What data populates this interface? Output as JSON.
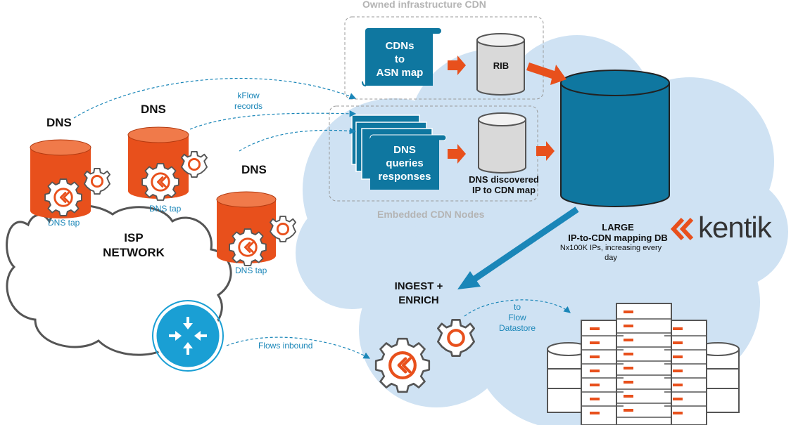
{
  "labels": {
    "owned_cdn": "Owned infrastructure CDN",
    "embedded_cdn": "Embedded CDN Nodes",
    "cdn_map_doc": "CDNs\nto\nASN map",
    "rib": "RIB",
    "dns_doc": "DNS\nqueries\nresponses",
    "dns_discovered": "DNS discovered\nIP to CDN map",
    "large_db_title": "LARGE\nIP-to-CDN mapping DB",
    "large_db_sub": "Nx100K IPs, increasing every\nday",
    "kflow_records": "kFlow\nrecords",
    "dns_1": "DNS",
    "dns_2": "DNS",
    "dns_3": "DNS",
    "dns_tap_1": "DNS tap",
    "dns_tap_2": "DNS tap",
    "dns_tap_3": "DNS tap",
    "isp_network": "ISP\nNETWORK",
    "flows_inbound": "Flows inbound",
    "ingest_enrich": "INGEST +\nENRICH",
    "to_flow_datastore": "to\nFlow\nDatastore",
    "kentik_logo": "kentik"
  },
  "colors": {
    "cloud_blue": "#cfe2f3",
    "teal": "#0f77a0",
    "orange": "#e8501c",
    "link_blue": "#1a86b8",
    "grey_cylinder": "#d9d9d9"
  },
  "icons": [
    "dns-server-icon",
    "gear-icon",
    "kentik-chevron-icon",
    "router-icon",
    "server-rack-icon",
    "document-stack-icon",
    "database-icon"
  ]
}
